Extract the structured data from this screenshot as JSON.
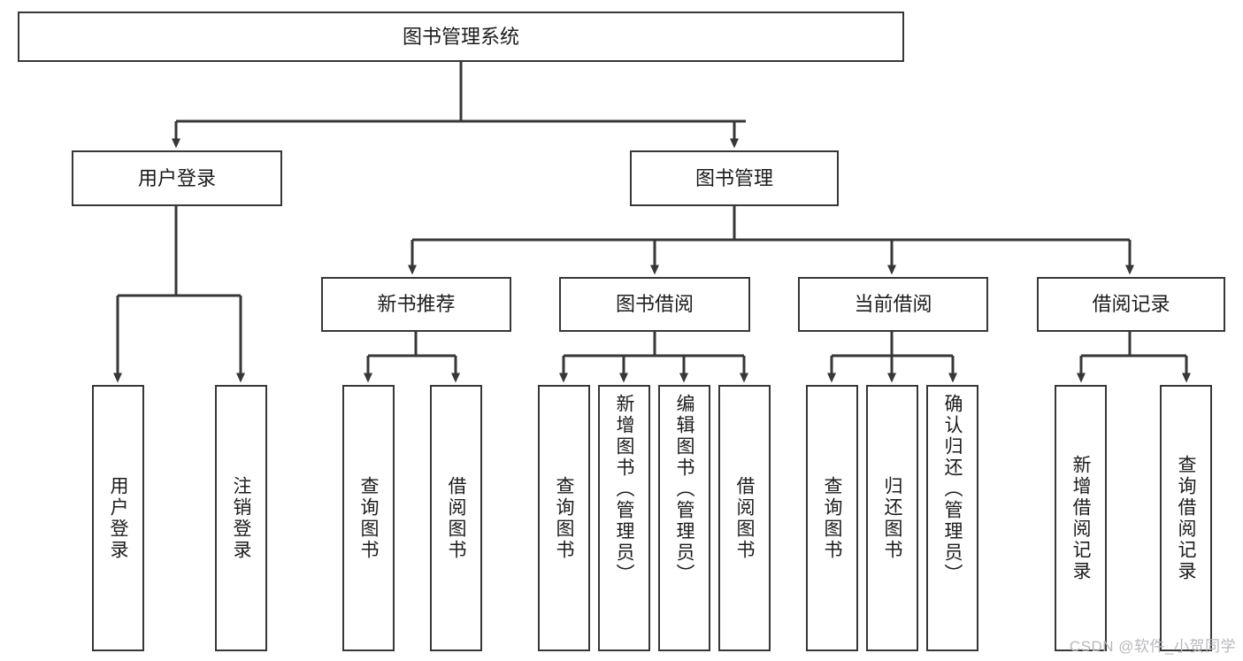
{
  "diagram": {
    "title": "图书管理系统",
    "type": "hierarchy-tree",
    "orientation": "top-down",
    "colors": {
      "box_border": "#37373a",
      "box_fill": "#ffffff",
      "edge": "#37373a",
      "text": "#1c1c1e",
      "watermark": "#b9b9bd",
      "background": "#ffffff"
    },
    "root": {
      "label": "图书管理系统"
    },
    "level2": [
      {
        "label": "用户登录"
      },
      {
        "label": "图书管理"
      }
    ],
    "level3": [
      {
        "label": "新书推荐"
      },
      {
        "label": "图书借阅"
      },
      {
        "label": "当前借阅"
      },
      {
        "label": "借阅记录"
      }
    ],
    "leaves": {
      "user_login": [
        {
          "label": "用户登录"
        },
        {
          "label": "注销登录"
        }
      ],
      "new_book_recommend": [
        {
          "label": "查询图书"
        },
        {
          "label": "借阅图书"
        }
      ],
      "book_borrow": [
        {
          "label": "查询图书"
        },
        {
          "label": "新增图书（管理员）"
        },
        {
          "label": "编辑图书（管理员）"
        },
        {
          "label": "借阅图书"
        }
      ],
      "current_borrow": [
        {
          "label": "查询图书"
        },
        {
          "label": "归还图书"
        },
        {
          "label": "确认归还（管理员）"
        }
      ],
      "borrow_records": [
        {
          "label": "新增借阅记录"
        },
        {
          "label": "查询借阅记录"
        }
      ]
    }
  },
  "watermark": {
    "text": "CSDN @软件_小贺同学"
  }
}
